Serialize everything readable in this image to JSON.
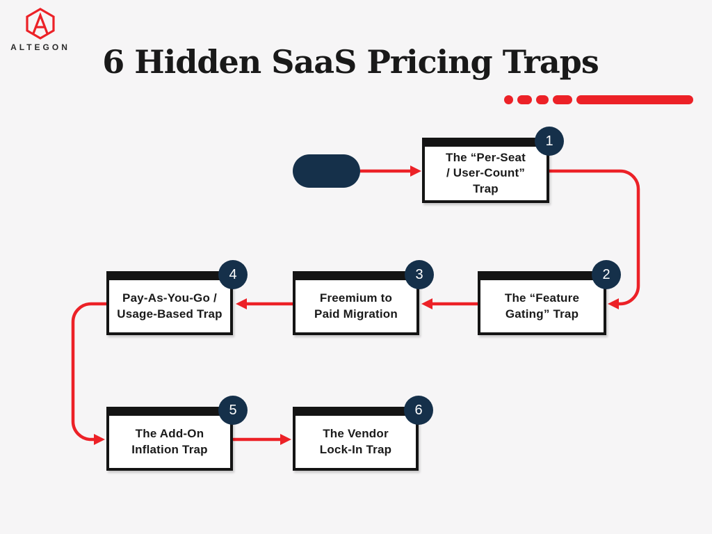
{
  "brand": {
    "name": "ALTEGON"
  },
  "title": "6 Hidden SaaS Pricing Traps",
  "colors": {
    "background": "#F6F5F6",
    "accent_red": "#EC2127",
    "navy": "#15304A",
    "box_border": "#141414",
    "text_dark": "#1A1A1A"
  },
  "diagram": {
    "start_node": {
      "shape": "pill",
      "label": ""
    },
    "flow_order": [
      "1",
      "2",
      "3",
      "4",
      "5",
      "6"
    ],
    "steps": [
      {
        "number": "1",
        "label": "The “Per-Seat / User-Count” Trap",
        "lines": [
          "The “Per-Seat",
          "/ User-Count”",
          "Trap"
        ]
      },
      {
        "number": "2",
        "label": "The “Feature Gating” Trap",
        "lines": [
          "The “Feature",
          "Gating” Trap"
        ]
      },
      {
        "number": "3",
        "label": "Freemium to Paid Migration",
        "lines": [
          "Freemium to",
          "Paid Migration"
        ]
      },
      {
        "number": "4",
        "label": "Pay-As-You-Go / Usage-Based Trap",
        "lines": [
          "Pay-As-You-Go /",
          "Usage-Based Trap"
        ]
      },
      {
        "number": "5",
        "label": "The Add-On Inflation Trap",
        "lines": [
          "The Add-On",
          "Inflation Trap"
        ]
      },
      {
        "number": "6",
        "label": "The Vendor Lock-In Trap",
        "lines": [
          "The Vendor",
          "Lock-In Trap"
        ]
      }
    ]
  }
}
